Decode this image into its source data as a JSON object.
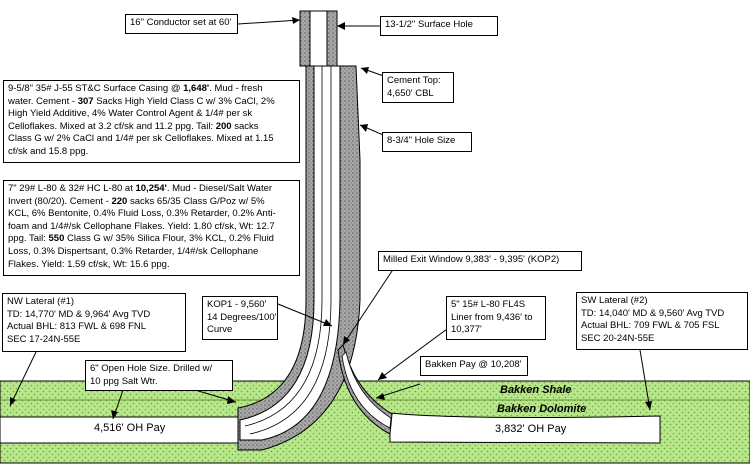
{
  "callouts": {
    "conductor": "16\" Conductor set at 60'",
    "surface_hole": "13-1/2\" Surface Hole",
    "cement_top": [
      "Cement Top:",
      "4,650' CBL"
    ],
    "hole_size": "8-3/4\" Hole Size",
    "surface_casing": {
      "pre": "9-5/8\" 35# J-55 ST&C Surface Casing @ ",
      "depth": "1,648'",
      "l1_post": ".  Mud - fresh",
      "l2": "water.  Cement - ",
      "sacks": "307",
      "l2_post": " Sacks High Yield Class C w/ 3% CaCl, 2%",
      "l3": "High Yield Additive, 4% Water Control Agent & 1/4# per sk",
      "l4_pre": "Celloflakes.  Mixed at 3.2 cf/sk and 11.2 ppg.  Tail: ",
      "tail_sacks": "200",
      "l4_post": " sacks",
      "l5": "Class G w/ 2% CaCl and 1/4# per sk Celloflakes.  Mixed at 1.15",
      "l6": "cf/sk and 15.8 ppg."
    },
    "intermediate_casing": {
      "pre": "7\" 29# L-80 & 32# HC L-80 at ",
      "depth": "10,254'",
      "l1_post": ".  Mud - Diesel/Salt Water",
      "l2": "Invert (80/20).  Cement - ",
      "sacks": "220",
      "l2_post": " sacks 65/35 Class G/Poz w/ 5%",
      "l3": "KCL, 6% Bentonite, 0.4% Fluid Loss, 0.3% Retarder, 0.2% Anti-",
      "l4": "foam and 1/4#/sk Cellophane Flakes.  Yield: 1.80 cf/sk, Wt: 12.7",
      "l5_pre": "ppg.  Tail: ",
      "tail_sacks": "550",
      "l5_post": " Class G w/ 35% Silica Flour, 3% KCL, 0.2% Fluid",
      "l6": "Loss, 0.3% Dispertsant, 0.3% Retarder, 1/4#/sk Cellophane",
      "l7": "Flakes.  Yield: 1.59 cf/sk, Wt: 15.6 ppg."
    },
    "milled_window": "Milled Exit Window 9,383' - 9,395' (KOP2)",
    "nw_lateral": [
      "NW Lateral (#1)",
      "TD: 14,770' MD & 9,964' Avg TVD",
      "Actual BHL: 813 FWL & 698 FNL",
      "SEC 17-24N-55E"
    ],
    "kop1": [
      "KOP1 - 9,560'",
      "14 Degrees/100'",
      "Curve"
    ],
    "liner": [
      "5\" 15# L-80 FL4S",
      "Liner from 9,436' to",
      "10,377'"
    ],
    "sw_lateral": [
      "SW Lateral (#2)",
      "TD: 14,040' MD & 9,560' Avg TVD",
      "Actual BHL: 709 FWL & 705 FSL",
      "SEC 20-24N-55E"
    ],
    "open_hole": [
      "6\" Open Hole Size.  Drilled w/",
      "10 ppg Salt Wtr."
    ],
    "bakken_pay": "Bakken Pay @ 10,208'"
  },
  "formations": {
    "shale": "Bakken Shale",
    "dolomite": "Bakken Dolomite"
  },
  "pay": {
    "left": "4,516' OH Pay",
    "right": "3,832' OH Pay"
  },
  "colors": {
    "formation_fill": "#b8e68a",
    "formation_dots": "#6aa83a",
    "cement": "#9a9a9a",
    "hole": "#ffffff"
  }
}
